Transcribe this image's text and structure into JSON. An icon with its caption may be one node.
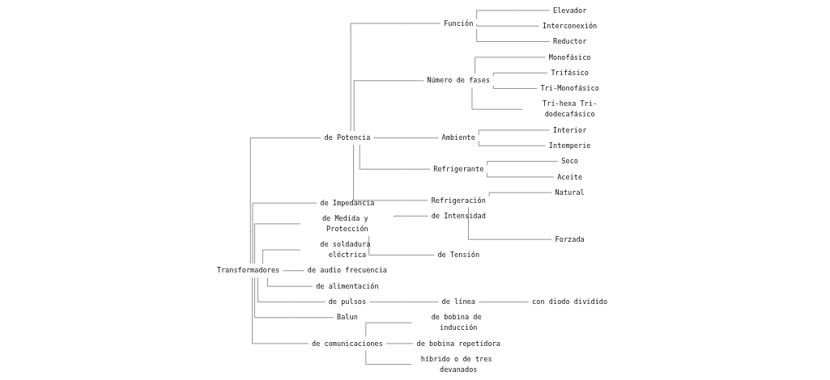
{
  "diagram": {
    "nodes": [
      {
        "text": [
          "Transformadores"
        ]
      },
      {
        "text": [
          "de Potencia"
        ]
      },
      {
        "text": [
          "de Impedancia"
        ]
      },
      {
        "text": [
          "de Medida y Protección"
        ]
      },
      {
        "text": [
          "de soldadura eléctrica"
        ]
      },
      {
        "text": [
          "de audio frecuencia"
        ]
      },
      {
        "text": [
          "de alimentación"
        ]
      },
      {
        "text": [
          "de pulsos"
        ]
      },
      {
        "text": [
          "Balun"
        ]
      },
      {
        "text": [
          "de comunicaciones"
        ]
      },
      {
        "text": [
          "de Intensidad"
        ]
      },
      {
        "text": [
          "de Tensión"
        ]
      },
      {
        "text": [
          "de línea"
        ]
      },
      {
        "text": [
          "con diodo dividido"
        ]
      },
      {
        "text": [
          "de bobina de inducción"
        ]
      },
      {
        "text": [
          "de bobina repetidora"
        ]
      },
      {
        "text": [
          "híbrido o de tres devanados"
        ]
      },
      {
        "text": [
          "Función"
        ]
      },
      {
        "text": [
          "Número de fases"
        ]
      },
      {
        "text": [
          "Ambiente"
        ]
      },
      {
        "text": [
          "Refrigerante"
        ]
      },
      {
        "text": [
          "Refrigeración"
        ]
      },
      {
        "text": [
          "Elevador"
        ]
      },
      {
        "text": [
          "Interconexión"
        ]
      },
      {
        "text": [
          "Reductor"
        ]
      },
      {
        "text": [
          "Monofásico"
        ]
      },
      {
        "text": [
          "Trifásico"
        ]
      },
      {
        "text": [
          "Tri-Monofásico"
        ]
      },
      {
        "text": [
          "Tri-hexa Tri-dodecafásico"
        ]
      },
      {
        "text": [
          "Interior"
        ]
      },
      {
        "text": [
          "Intemperie"
        ]
      },
      {
        "text": [
          "Seco"
        ]
      },
      {
        "text": [
          "Aceite"
        ]
      },
      {
        "text": [
          "Natural"
        ]
      },
      {
        "text": [
          "Forzada"
        ]
      }
    ],
    "edges": [
      {
        "from": 0,
        "to": 1,
        "arrow": "none"
      },
      {
        "from": 0,
        "to": 2,
        "arrow": "none"
      },
      {
        "from": 0,
        "to": 3,
        "arrow": "none"
      },
      {
        "from": 0,
        "to": 4,
        "arrow": "none"
      },
      {
        "from": 0,
        "to": 5,
        "arrow": "none"
      },
      {
        "from": 0,
        "to": 6,
        "arrow": "none"
      },
      {
        "from": 0,
        "to": 7,
        "arrow": "none"
      },
      {
        "from": 0,
        "to": 8,
        "arrow": "none"
      },
      {
        "from": 0,
        "to": 9,
        "arrow": "none"
      },
      {
        "from": 3,
        "to": 10,
        "arrow": "none"
      },
      {
        "from": 3,
        "to": 11,
        "arrow": "none"
      },
      {
        "from": 7,
        "to": 12,
        "arrow": "none"
      },
      {
        "from": 12,
        "to": 13,
        "arrow": "none"
      },
      {
        "from": 9,
        "to": 14,
        "arrow": "none"
      },
      {
        "from": 9,
        "to": 15,
        "arrow": "none"
      },
      {
        "from": 9,
        "to": 16,
        "arrow": "none"
      },
      {
        "from": 1,
        "to": 17,
        "arrow": "none"
      },
      {
        "from": 1,
        "to": 18,
        "arrow": "none"
      },
      {
        "from": 1,
        "to": 19,
        "arrow": "none"
      },
      {
        "from": 1,
        "to": 20,
        "arrow": "none"
      },
      {
        "from": 1,
        "to": 21,
        "arrow": "none"
      },
      {
        "from": 17,
        "to": 22,
        "arrow": "none"
      },
      {
        "from": 17,
        "to": 23,
        "arrow": "none"
      },
      {
        "from": 17,
        "to": 24,
        "arrow": "none"
      },
      {
        "from": 18,
        "to": 25,
        "arrow": "none"
      },
      {
        "from": 18,
        "to": 26,
        "arrow": "none"
      },
      {
        "from": 18,
        "to": 27,
        "arrow": "none"
      },
      {
        "from": 18,
        "to": 28,
        "arrow": "none"
      },
      {
        "from": 19,
        "to": 29,
        "arrow": "none"
      },
      {
        "from": 19,
        "to": 30,
        "arrow": "none"
      },
      {
        "from": 20,
        "to": 31,
        "arrow": "none"
      },
      {
        "from": 20,
        "to": 32,
        "arrow": "none"
      },
      {
        "from": 21,
        "to": 33,
        "arrow": "none"
      },
      {
        "from": 21,
        "to": 34,
        "arrow": "none"
      }
    ]
  }
}
